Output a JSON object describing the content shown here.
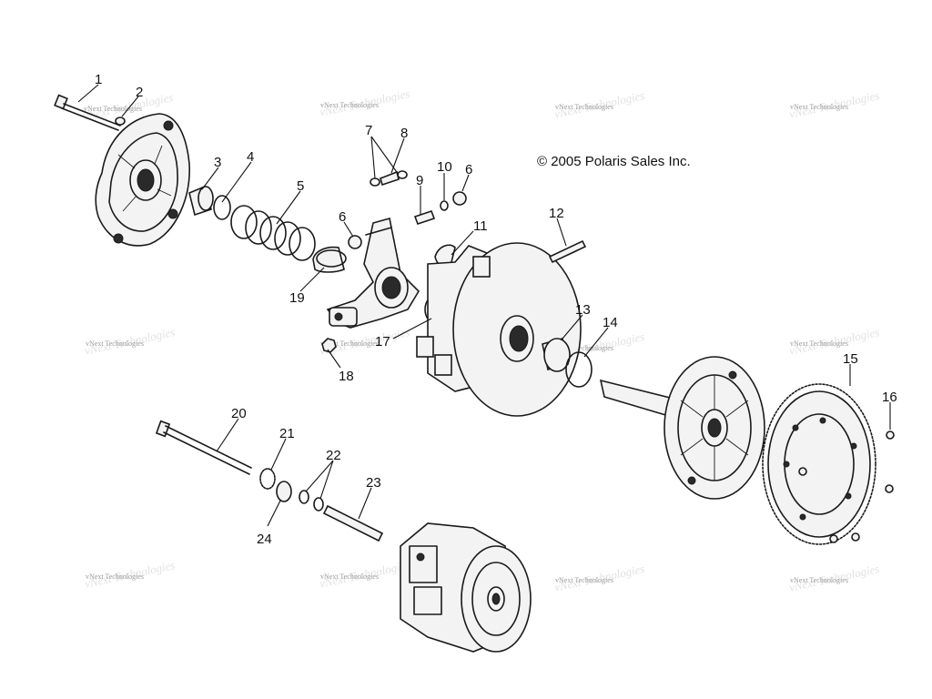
{
  "copyright": "© 2005 Polaris Sales Inc.",
  "watermark": "vNext Technologies",
  "callouts": [
    "1",
    "2",
    "3",
    "4",
    "5",
    "6",
    "6",
    "7",
    "8",
    "9",
    "10",
    "11",
    "12",
    "13",
    "14",
    "15",
    "16",
    "17",
    "18",
    "19",
    "20",
    "21",
    "22",
    "23",
    "24"
  ]
}
